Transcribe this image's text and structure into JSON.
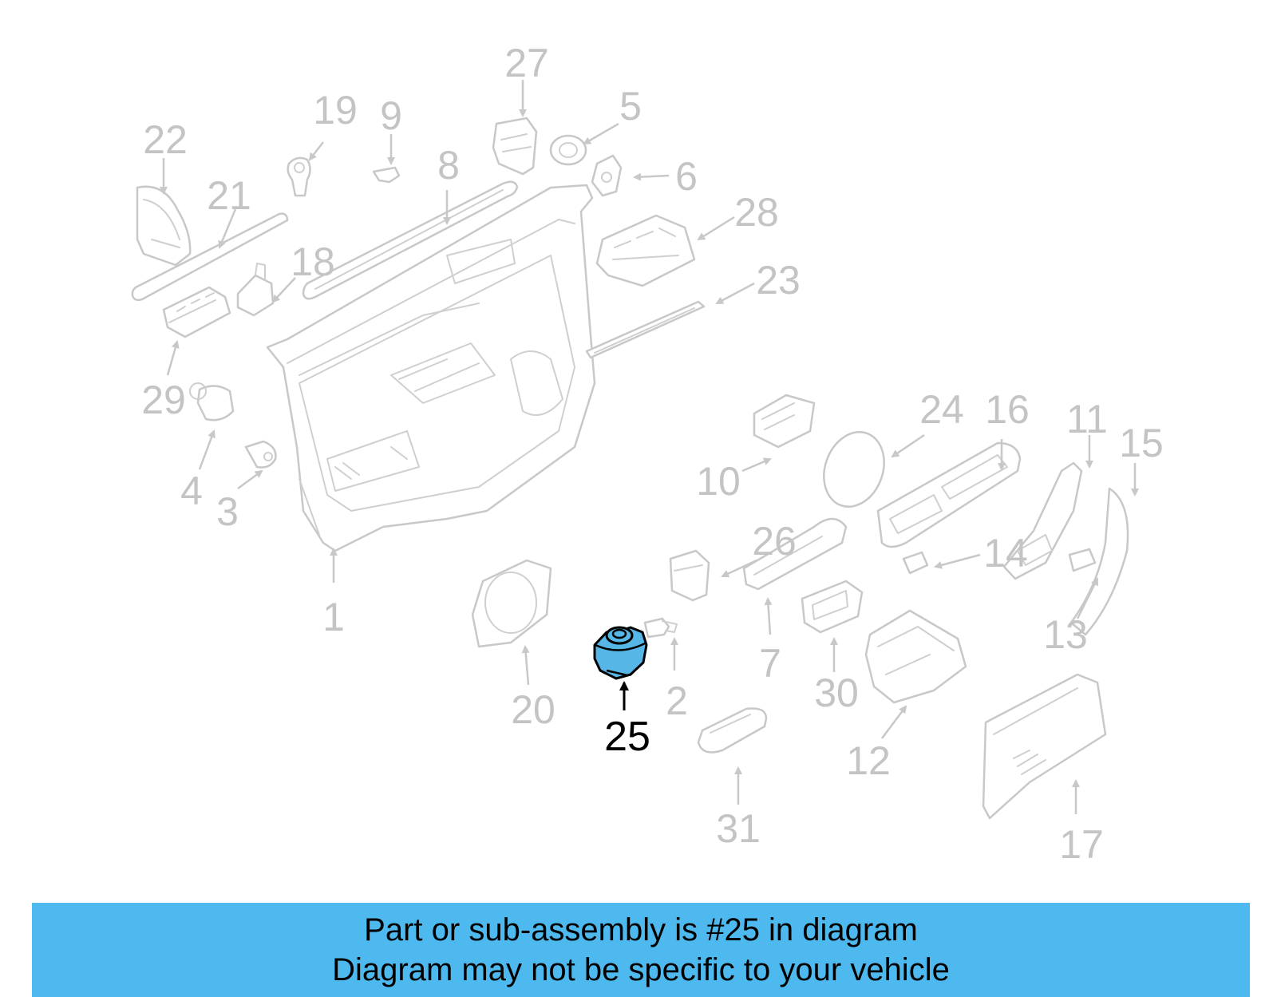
{
  "diagram": {
    "highlighted_callout": "25",
    "highlight_color": "#56b7e6",
    "callouts": [
      "1",
      "2",
      "3",
      "4",
      "5",
      "6",
      "7",
      "8",
      "9",
      "10",
      "11",
      "12",
      "13",
      "14",
      "15",
      "16",
      "17",
      "18",
      "19",
      "20",
      "21",
      "22",
      "23",
      "24",
      "25",
      "26",
      "27",
      "28",
      "29",
      "30",
      "31"
    ]
  },
  "banner": {
    "background_color": "#4db9ee",
    "line1": "Part or sub-assembly is #25 in diagram",
    "line2": "Diagram may not be specific to your vehicle"
  }
}
